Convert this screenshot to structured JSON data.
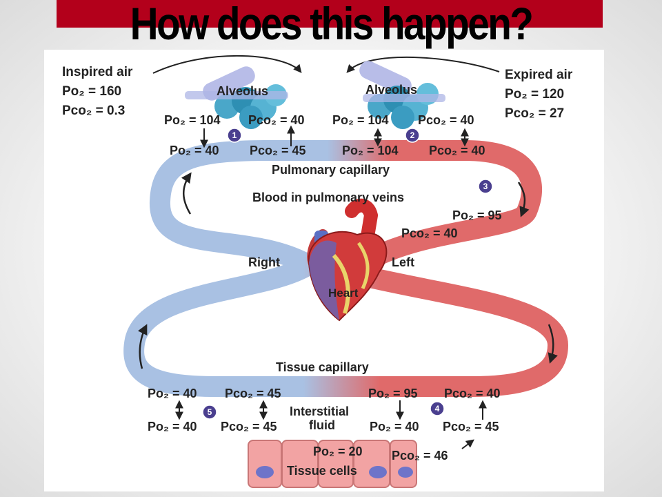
{
  "slide": {
    "title": "How does this happen?",
    "title_bar_color": "#b3001b"
  },
  "diagram": {
    "colors": {
      "deoxygenated": "#a9c1e3",
      "oxygenated": "#e06a6a",
      "step_badge": "#4a3f8f",
      "tissue_cell": "#f2a3a3",
      "nucleus": "#6e74c9"
    },
    "inspired": {
      "label": "Inspired air",
      "po2": "Po₂ = 160",
      "pco2": "Pco₂ = 0.3"
    },
    "expired": {
      "label": "Expired air",
      "po2": "Po₂ = 120",
      "pco2": "Pco₂ = 27"
    },
    "alveolus_left": {
      "label": "Alveolus",
      "po2": "Po₂ = 104",
      "pco2": "Pco₂ = 40"
    },
    "alveolus_right": {
      "label": "Alveolus",
      "po2": "Po₂ = 104",
      "pco2": "Pco₂ = 40"
    },
    "pulmonary_capillary": {
      "label": "Pulmonary capillary",
      "left_po2": "Po₂ = 40",
      "left_pco2": "Pco₂ = 45",
      "right_po2": "Po₂ = 104",
      "right_pco2": "Pco₂ = 40"
    },
    "pulmonary_veins": {
      "label": "Blood in pulmonary veins",
      "po2": "Po₂ = 95",
      "pco2": "Pco₂ = 40"
    },
    "heart": {
      "label": "Heart",
      "right": "Right",
      "left": "Left"
    },
    "tissue_capillary": {
      "label": "Tissue capillary",
      "left_po2": "Po₂ = 40",
      "left_pco2": "Pco₂ = 45",
      "right_po2": "Po₂ = 95",
      "right_pco2": "Pco₂ = 40"
    },
    "interstitial": {
      "line1": "Interstitial",
      "line2": "fluid",
      "left_po2": "Po₂ = 40",
      "left_pco2": "Pco₂ = 45",
      "right_po2": "Po₂ = 40",
      "right_pco2": "Pco₂ = 45"
    },
    "tissue_cells": {
      "label": "Tissue cells",
      "po2": "Po₂ = 20",
      "pco2": "Pco₂ = 46"
    },
    "steps": [
      "1",
      "2",
      "3",
      "4",
      "5"
    ]
  }
}
